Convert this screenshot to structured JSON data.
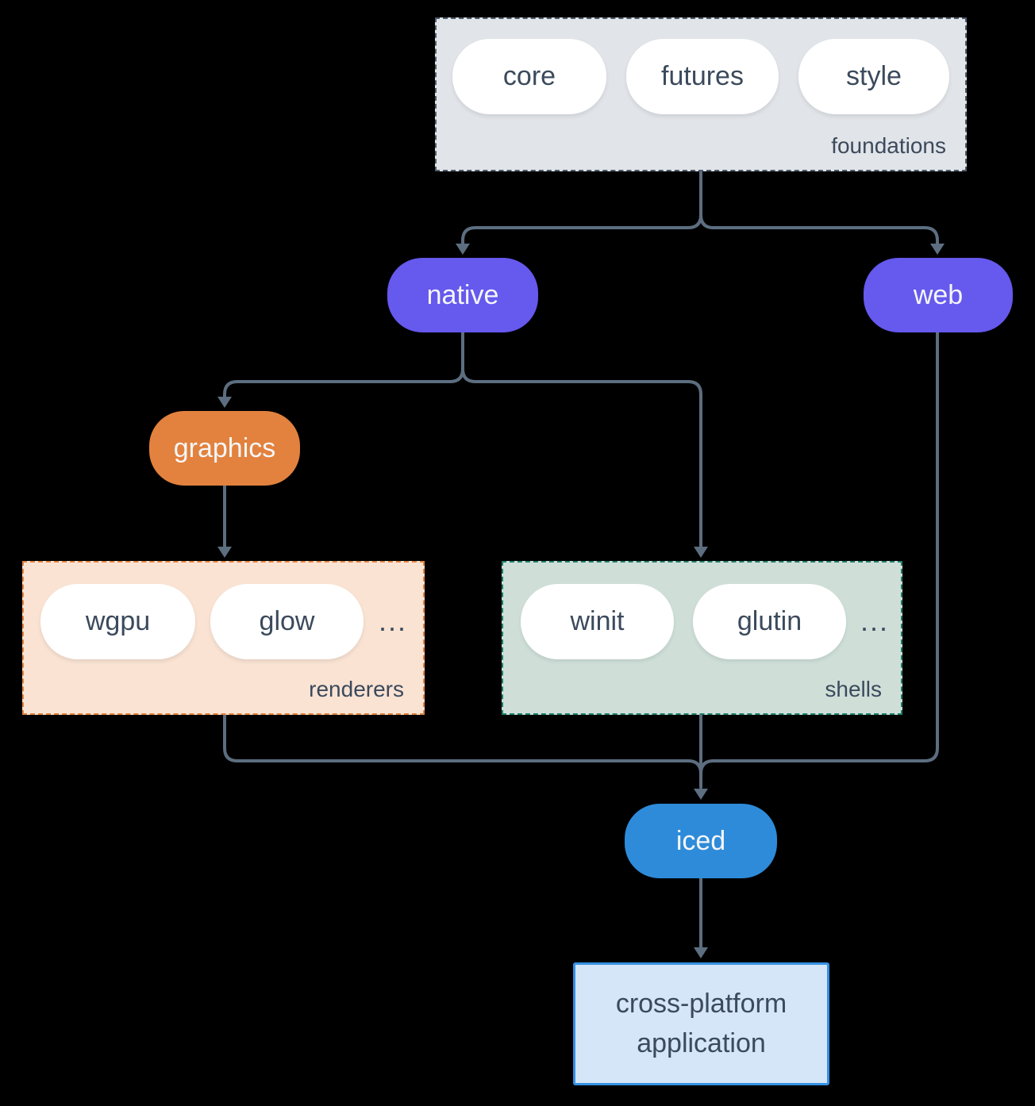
{
  "colors": {
    "background": "#000000",
    "connector": "#5c6e80",
    "purple": "#6559ee",
    "orange": "#e2823e",
    "blue": "#2e8bd9",
    "foundations_fill": "#e1e4e8",
    "foundations_border": "#4d5c6b",
    "renderers_fill": "#fae3d3",
    "renderers_border": "#e2823e",
    "shells_fill": "#cfdfd8",
    "shells_border": "#1f7d68",
    "app_fill": "#d4e6f7",
    "app_border": "#3590e2",
    "text_dark": "#3b4a5c",
    "text_light": "#f5f6f7",
    "pill_fill": "#ffffff"
  },
  "groups": {
    "foundations": {
      "label": "foundations"
    },
    "renderers": {
      "label": "renderers",
      "ellipsis": "..."
    },
    "shells": {
      "label": "shells",
      "ellipsis": "..."
    }
  },
  "nodes": {
    "core": {
      "label": "core"
    },
    "futures": {
      "label": "futures"
    },
    "style": {
      "label": "style"
    },
    "native": {
      "label": "native"
    },
    "web": {
      "label": "web"
    },
    "graphics": {
      "label": "graphics"
    },
    "wgpu": {
      "label": "wgpu"
    },
    "glow": {
      "label": "glow"
    },
    "winit": {
      "label": "winit"
    },
    "glutin": {
      "label": "glutin"
    },
    "iced": {
      "label": "iced"
    },
    "application": {
      "label": "cross-platform application"
    }
  }
}
